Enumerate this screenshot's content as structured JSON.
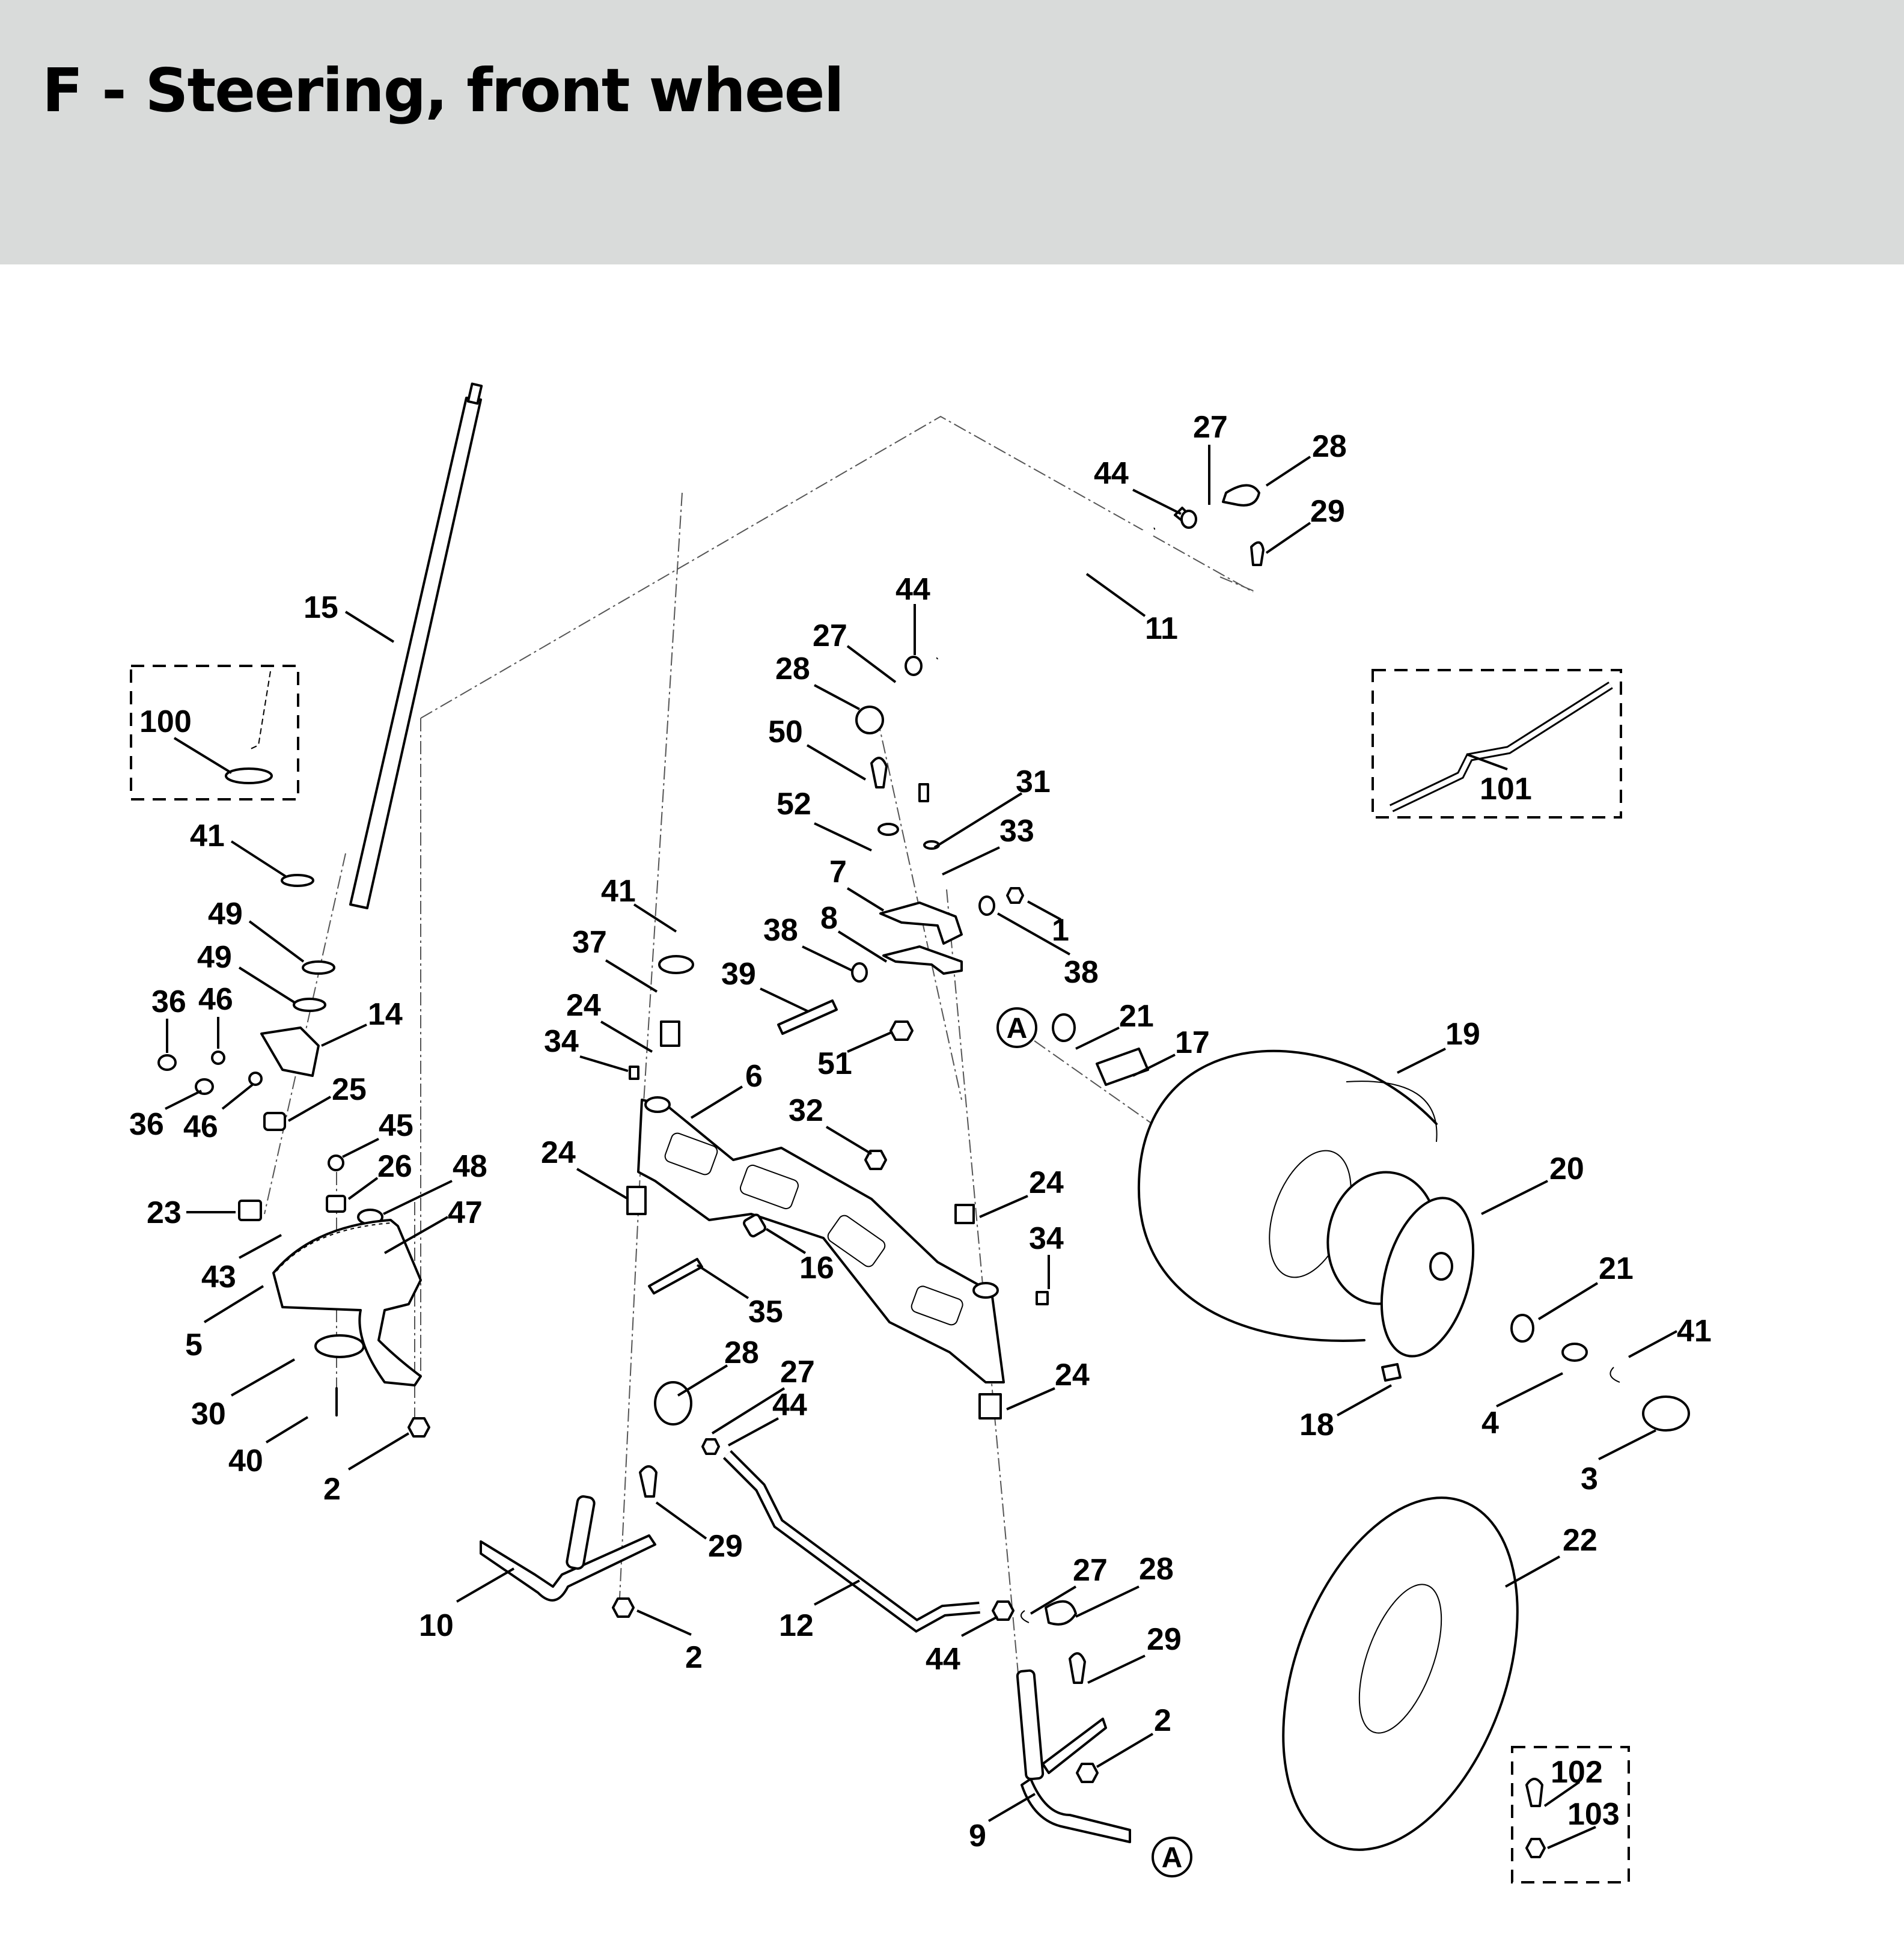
{
  "header": {
    "title": "F - Steering, front wheel",
    "background": "#d9dbda"
  },
  "diagram": {
    "reference_marker": "A",
    "callouts": [
      {
        "id": "c15",
        "label": "15"
      },
      {
        "id": "c100",
        "label": "100"
      },
      {
        "id": "c41a",
        "label": "41"
      },
      {
        "id": "c49a",
        "label": "49"
      },
      {
        "id": "c49b",
        "label": "49"
      },
      {
        "id": "c36a",
        "label": "36"
      },
      {
        "id": "c46a",
        "label": "46"
      },
      {
        "id": "c14",
        "label": "14"
      },
      {
        "id": "c36b",
        "label": "36"
      },
      {
        "id": "c46b",
        "label": "46"
      },
      {
        "id": "c25",
        "label": "25"
      },
      {
        "id": "c45",
        "label": "45"
      },
      {
        "id": "c26",
        "label": "26"
      },
      {
        "id": "c48",
        "label": "48"
      },
      {
        "id": "c23",
        "label": "23"
      },
      {
        "id": "c47",
        "label": "47"
      },
      {
        "id": "c43",
        "label": "43"
      },
      {
        "id": "c5",
        "label": "5"
      },
      {
        "id": "c30",
        "label": "30"
      },
      {
        "id": "c40",
        "label": "40"
      },
      {
        "id": "c2a",
        "label": "2"
      },
      {
        "id": "c27a",
        "label": "27"
      },
      {
        "id": "c28a",
        "label": "28"
      },
      {
        "id": "c44a",
        "label": "44"
      },
      {
        "id": "c29a",
        "label": "29"
      },
      {
        "id": "c44b",
        "label": "44"
      },
      {
        "id": "c11",
        "label": "11"
      },
      {
        "id": "c27b",
        "label": "27"
      },
      {
        "id": "c28b",
        "label": "28"
      },
      {
        "id": "c50",
        "label": "50"
      },
      {
        "id": "c52",
        "label": "52"
      },
      {
        "id": "c31",
        "label": "31"
      },
      {
        "id": "c33",
        "label": "33"
      },
      {
        "id": "c7",
        "label": "7"
      },
      {
        "id": "c1",
        "label": "1"
      },
      {
        "id": "c8",
        "label": "8"
      },
      {
        "id": "c38a",
        "label": "38"
      },
      {
        "id": "c38b",
        "label": "38"
      },
      {
        "id": "c39",
        "label": "39"
      },
      {
        "id": "c51",
        "label": "51"
      },
      {
        "id": "c41b",
        "label": "41"
      },
      {
        "id": "c37",
        "label": "37"
      },
      {
        "id": "c24a",
        "label": "24"
      },
      {
        "id": "c34a",
        "label": "34"
      },
      {
        "id": "c6",
        "label": "6"
      },
      {
        "id": "c32",
        "label": "32"
      },
      {
        "id": "c24b",
        "label": "24"
      },
      {
        "id": "c24c",
        "label": "24"
      },
      {
        "id": "c34b",
        "label": "34"
      },
      {
        "id": "c16",
        "label": "16"
      },
      {
        "id": "c35",
        "label": "35"
      },
      {
        "id": "c24d",
        "label": "24"
      },
      {
        "id": "c21a",
        "label": "21"
      },
      {
        "id": "c17",
        "label": "17"
      },
      {
        "id": "c19",
        "label": "19"
      },
      {
        "id": "c20",
        "label": "20"
      },
      {
        "id": "c21b",
        "label": "21"
      },
      {
        "id": "c41c",
        "label": "41"
      },
      {
        "id": "c18",
        "label": "18"
      },
      {
        "id": "c4",
        "label": "4"
      },
      {
        "id": "c3",
        "label": "3"
      },
      {
        "id": "c101",
        "label": "101"
      },
      {
        "id": "c28c",
        "label": "28"
      },
      {
        "id": "c27c",
        "label": "27"
      },
      {
        "id": "c44c",
        "label": "44"
      },
      {
        "id": "c29b",
        "label": "29"
      },
      {
        "id": "c10",
        "label": "10"
      },
      {
        "id": "c2b",
        "label": "2"
      },
      {
        "id": "c12",
        "label": "12"
      },
      {
        "id": "c44d",
        "label": "44"
      },
      {
        "id": "c27d",
        "label": "27"
      },
      {
        "id": "c28d",
        "label": "28"
      },
      {
        "id": "c29c",
        "label": "29"
      },
      {
        "id": "c2c",
        "label": "2"
      },
      {
        "id": "c9",
        "label": "9"
      },
      {
        "id": "c22",
        "label": "22"
      },
      {
        "id": "c102",
        "label": "102"
      },
      {
        "id": "c103",
        "label": "103"
      }
    ]
  }
}
